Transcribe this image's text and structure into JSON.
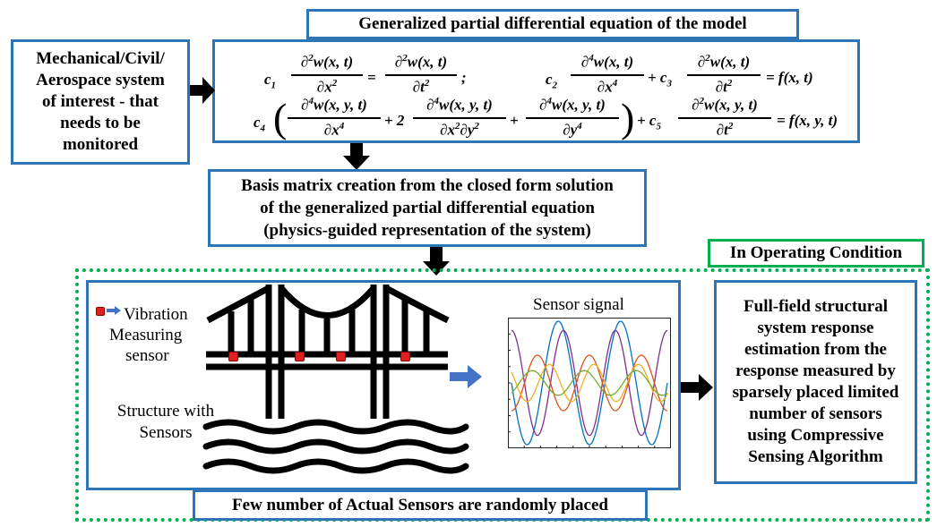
{
  "title_box": {
    "text": "Generalized partial differential equation of the model"
  },
  "system_box": {
    "line1": "Mechanical/Civil/",
    "line2": "Aerospace system",
    "line3": "of interest - that",
    "line4": "needs to be",
    "line5": "monitored"
  },
  "equations": {
    "eq1": "c₁ ∂²w(x,t)/∂x² = ∂²w(x,t)/∂t² ;",
    "eq2": "c₂ ∂⁴w(x,t)/∂x⁴ + c₃ ∂²w(x,t)/∂t² = f(x,t)",
    "eq3": "c₄ ( ∂⁴w(x,y,t)/∂x⁴ + 2 ∂⁴w(x,y,t)/∂x²∂y² + ∂⁴w(x,y,t)/∂y⁴ ) + c₅ ∂²w(x,y,t)/∂t² = f(x,y,t)"
  },
  "basis_box": {
    "line1": "Basis matrix creation from the closed form solution",
    "line2": "of the generalized partial differential equation",
    "line3": "(physics-guided representation of the system)"
  },
  "operating_label": "In Operating Condition",
  "legend": {
    "line1": "Vibration",
    "line2": "Measuring",
    "line3": "sensor"
  },
  "structure_label": {
    "line1": "Structure with",
    "line2": "Sensors"
  },
  "signal_title": "Sensor signal",
  "output_box": {
    "line1": "Full-field structural",
    "line2": "system response",
    "line3": "estimation from the",
    "line4": "response measured by",
    "line5": "sparsely placed limited",
    "line6": "number of sensors",
    "line7": "using Compressive",
    "line8": "Sensing Algorithm"
  },
  "bottom_label": "Few number of Actual Sensors are randomly placed",
  "colors": {
    "box_border": "#2e75b6",
    "green_dashed": "#00b050",
    "sensor": "#e02020",
    "small_arrow": "#4472c4"
  },
  "chart_data": {
    "type": "line",
    "title": "Sensor signal",
    "series": [
      {
        "color": "#0072bd",
        "amplitude": 1.0,
        "cycles": 2.5
      },
      {
        "color": "#7e2f8e",
        "amplitude": 0.85,
        "cycles": 3.0
      },
      {
        "color": "#d95319",
        "amplitude": 0.45,
        "cycles": 3.0
      },
      {
        "color": "#edb120",
        "amplitude": 0.3,
        "cycles": 3.5
      },
      {
        "color": "#77ac30",
        "amplitude": 0.2,
        "cycles": 3.0
      }
    ]
  }
}
